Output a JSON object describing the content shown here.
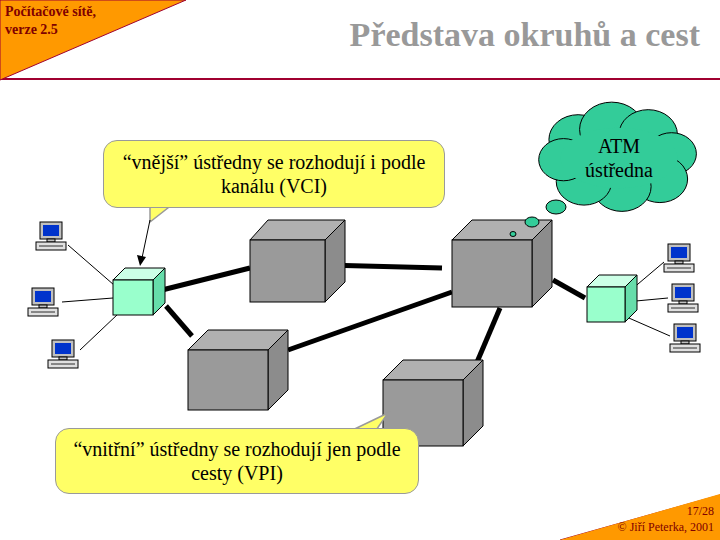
{
  "diagram": {
    "title": "Představa okruhů a cest",
    "nodes": [
      {
        "text": [
          "Počítačové sítě, verze 2.5"
        ]
      },
      {
        "text": [
          "“vnější” ústředny se rozhodují i podle kanálu (VCI)"
        ]
      },
      {
        "text": [
          "ATM ústředna"
        ]
      },
      {
        "text": [
          "“vnitřní” ústředny se rozhodují jen podle cesty (VPI)"
        ]
      },
      {
        "text": [
          "17/28",
          "© Jiří Peterka, 2001"
        ]
      }
    ]
  }
}
